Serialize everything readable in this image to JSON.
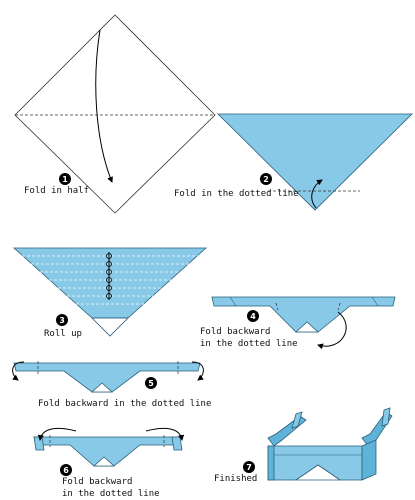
{
  "steps": [
    {
      "number": "1",
      "caption": "Fold in half"
    },
    {
      "number": "2",
      "caption": "Fold in the dotted line"
    },
    {
      "number": "3",
      "caption": "Roll up"
    },
    {
      "number": "4",
      "caption_line1": "Fold backward",
      "caption_line2": "in the dotted line"
    },
    {
      "number": "5",
      "caption": "Fold backward in the dotted line"
    },
    {
      "number": "6",
      "caption_line1": "Fold backward",
      "caption_line2": "in the dotted line"
    },
    {
      "number": "7",
      "caption": "Finished"
    }
  ],
  "colors": {
    "paper": "#87c9e6",
    "paper_shadow": "#5fb3d8",
    "outline": "#2a5f7c"
  }
}
